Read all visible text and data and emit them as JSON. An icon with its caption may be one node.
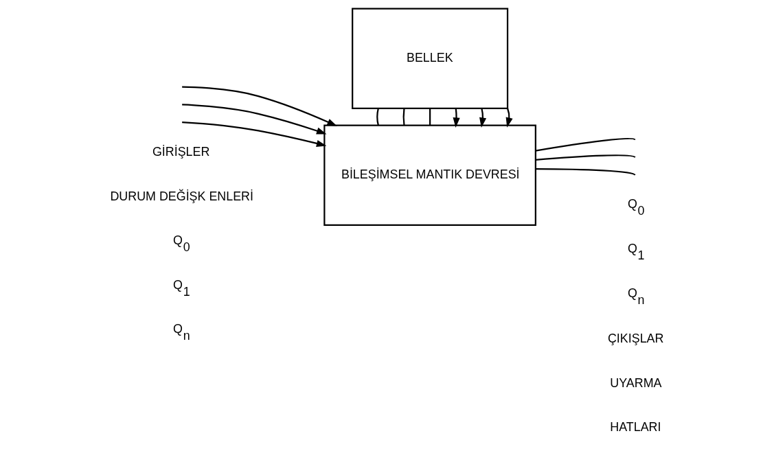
{
  "diagram": {
    "nodes": [
      {
        "text": [
          "BİLEŞİMSEL MANTIK DEVRESİ"
        ]
      },
      {
        "text": [
          "BELLEK"
        ]
      }
    ],
    "edges": [
      {
        "from": null,
        "to": 0,
        "arrow": "to"
      },
      {
        "from": null,
        "to": 0,
        "arrow": "to"
      },
      {
        "from": null,
        "to": 0,
        "arrow": "to"
      },
      {
        "from": 0,
        "to": null,
        "arrow": "none"
      },
      {
        "from": 0,
        "to": null,
        "arrow": "none"
      },
      {
        "from": 0,
        "to": null,
        "arrow": "none"
      },
      {
        "from": 1,
        "to": 0,
        "arrow": "to"
      },
      {
        "from": 1,
        "to": 0,
        "arrow": "to"
      },
      {
        "from": 1,
        "to": 0,
        "arrow": "to"
      },
      {
        "from": 0,
        "to": 1,
        "arrow": "none"
      },
      {
        "from": 0,
        "to": 1,
        "arrow": "none"
      },
      {
        "from": 0,
        "to": 1,
        "arrow": "none"
      }
    ],
    "labels": [
      "Q$_{0}$",
      "GİRİŞLER",
      "Q$_{1}$",
      "Q$_{n}$",
      "ÇIKIŞLAR",
      "DURUM DEĞİŞK ENLERİ",
      "UYARMA",
      "HATLARI",
      "Q$_{0}$",
      "Q$_{1}$",
      "Q$_{n}$"
    ]
  }
}
